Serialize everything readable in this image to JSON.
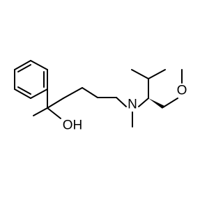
{
  "molecule": {
    "atoms": {
      "nitrogen": "N",
      "hydroxyl": "OH",
      "methoxy_oxygen": "O"
    },
    "colors": {
      "bond": "#000000",
      "label": "#000000",
      "background": "#ffffff"
    }
  }
}
